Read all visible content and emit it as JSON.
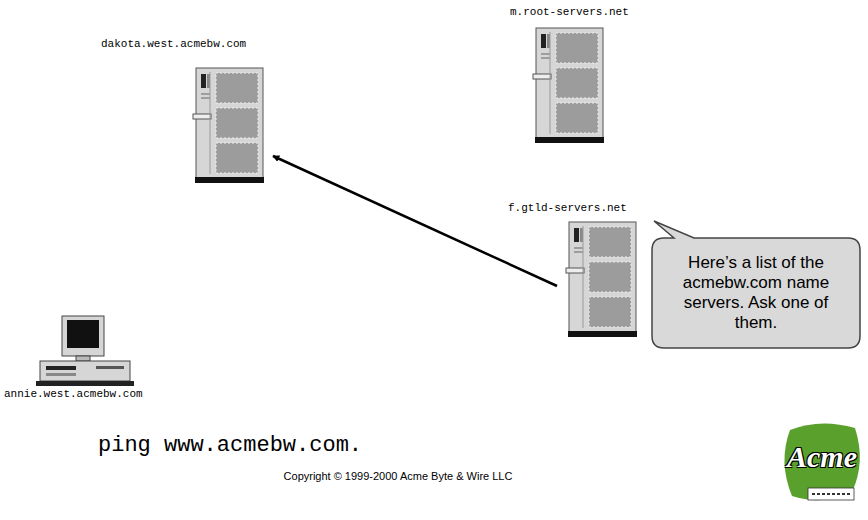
{
  "diagram": {
    "nodes": [
      {
        "text": [
          "dakota.west.acmebw.com"
        ]
      },
      {
        "text": [
          "m.root-servers.net"
        ]
      },
      {
        "text": [
          "f.gtld-servers.net"
        ]
      },
      {
        "text": [
          "Here’s a list of the acmebw.com name servers. Ask one of them."
        ]
      },
      {
        "text": [
          "annie.west.acmebw.com"
        ]
      }
    ],
    "edges": [
      {
        "from": 2,
        "to": 0,
        "arrow": "to"
      }
    ],
    "labels": [
      "ping www.acmebw.com.",
      "Copyright © 1999-2000 Acme Byte & Wire LLC",
      "Acme"
    ]
  }
}
